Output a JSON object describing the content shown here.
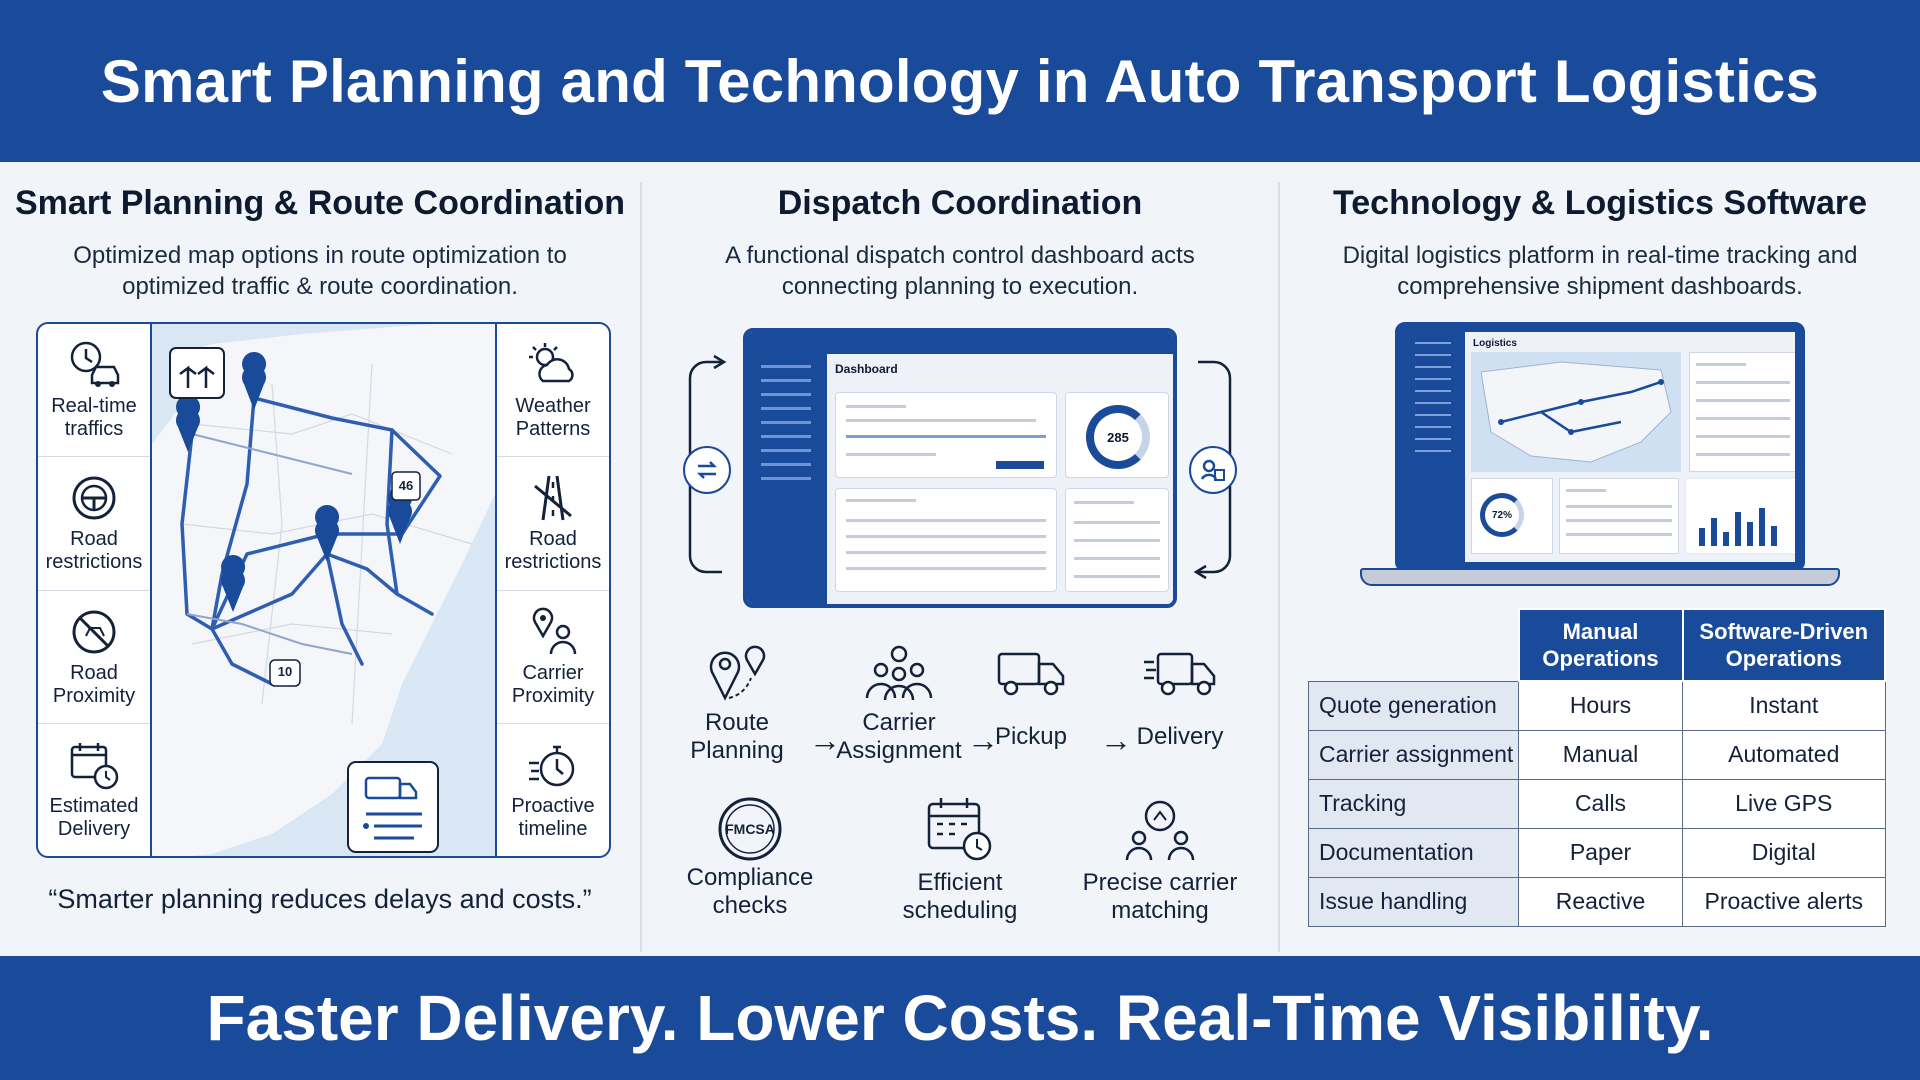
{
  "header": {
    "title": "Smart Planning and Technology in Auto Transport Logistics"
  },
  "left": {
    "title": "Smart Planning & Route Coordination",
    "subtitle": "Optimized map options in route optimization to optimized traffic & route coordination.",
    "left_tiles": [
      "Real-time traffics",
      "Road restrictions",
      "Road Proximity",
      "Estimated Delivery"
    ],
    "right_tiles": [
      "Weather Patterns",
      "Road restrictions",
      "Carrier Proximity",
      "Proactive timeline"
    ],
    "map_badges": [
      "46",
      "10"
    ],
    "quote": "“Smarter planning reduces delays and costs.”"
  },
  "middle": {
    "title": "Dispatch Coordination",
    "subtitle": "A functional dispatch control dashboard acts connecting planning to execution.",
    "dashboard": {
      "title": "Dashboard",
      "donut_value": "285"
    },
    "steps": [
      "Route Planning",
      "Carrier Assignment",
      "Pickup",
      "Delivery"
    ],
    "features": [
      "Compliance checks",
      "Efficient scheduling",
      "Precise carrier matching"
    ],
    "fmcsa_label": "FMCSA"
  },
  "right": {
    "title": "Technology & Logistics Software",
    "subtitle": "Digital logistics platform in real-time tracking and comprehensive shipment dashboards.",
    "screen": {
      "title": "Logistics",
      "gauge_value": "72%"
    },
    "table": {
      "headers": [
        "Manual Operations",
        "Software-Driven Operations"
      ],
      "rows": [
        {
          "label": "Quote generation",
          "manual": "Hours",
          "software": "Instant"
        },
        {
          "label": "Carrier assignment",
          "manual": "Manual",
          "software": "Automated"
        },
        {
          "label": "Tracking",
          "manual": "Calls",
          "software": "Live GPS"
        },
        {
          "label": "Documentation",
          "manual": "Paper",
          "software": "Digital"
        },
        {
          "label": "Issue handling",
          "manual": "Reactive",
          "software": "Proactive alerts"
        }
      ]
    }
  },
  "footer": {
    "tagline": "Faster Delivery. Lower Costs. Real-Time Visibility."
  },
  "colors": {
    "brand_blue": "#1a4a9a",
    "background": "#f1f4f9",
    "text": "#14213a"
  }
}
